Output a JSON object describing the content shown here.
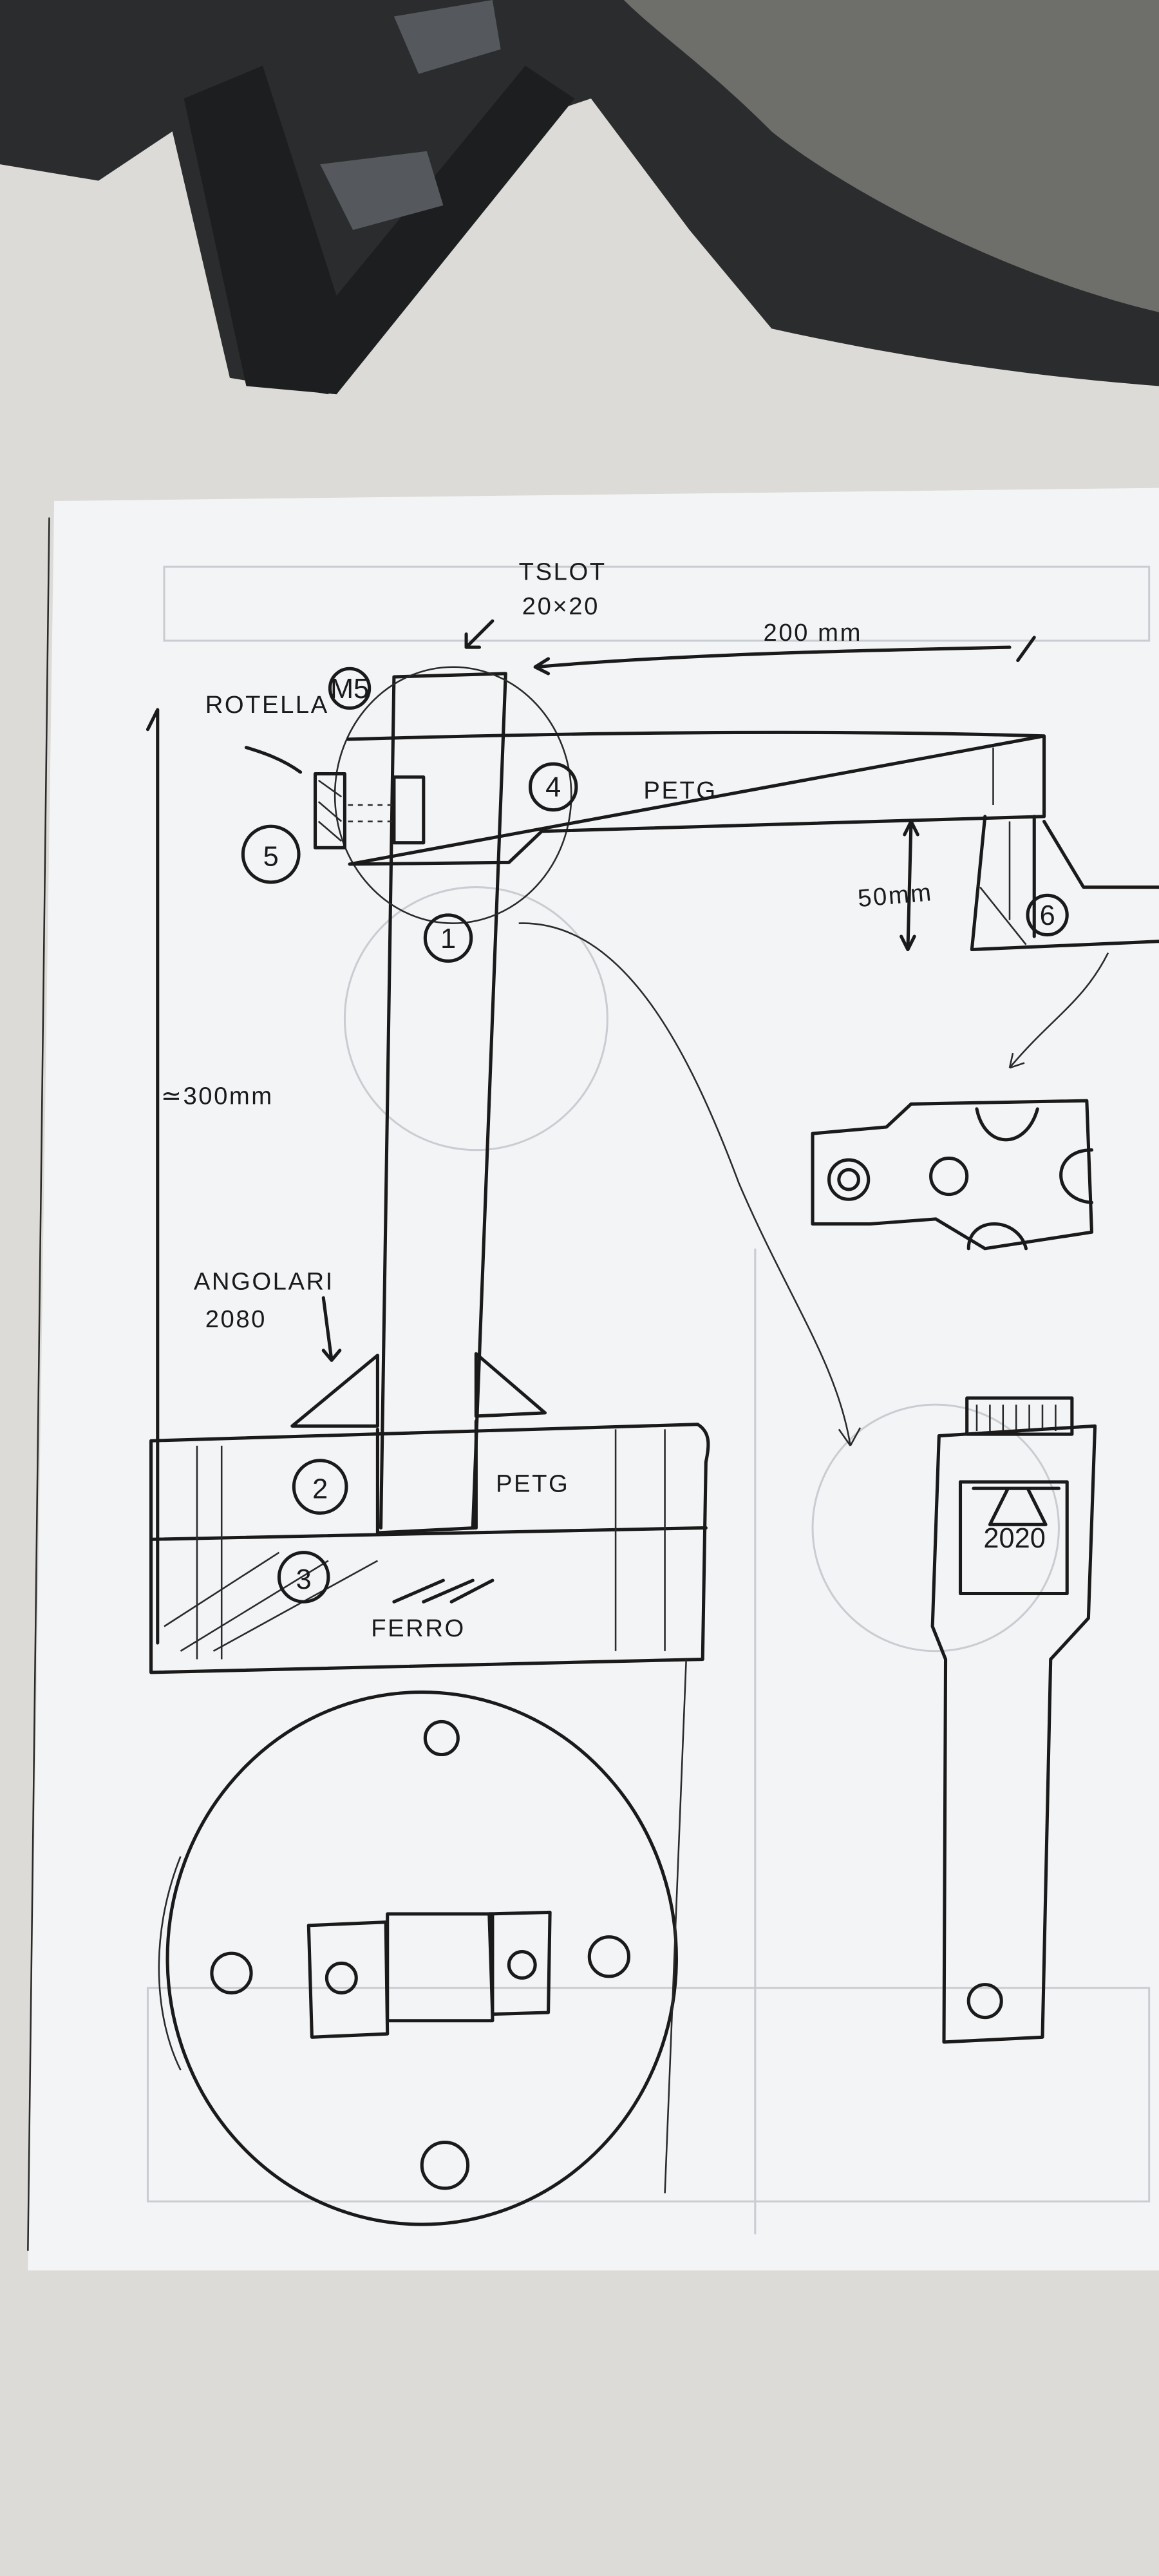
{
  "scene": {
    "colors": {
      "surface": "#dcdbd7",
      "paper": "#f3f4f6",
      "ink": "#1a1a1a",
      "bag": "#2b2c2e",
      "bag_grey": "#6e6f6b"
    }
  },
  "sketch": {
    "top_view": {
      "tslot_label": "TSLOT",
      "tslot_size": "20×20",
      "length_label": "200 mm",
      "wheel_label": "ROTELLA",
      "bolt_label": "M5",
      "material": "PETG",
      "height_label": "50mm",
      "callouts": [
        "1",
        "4",
        "5",
        "6"
      ]
    },
    "side_label": "≃300mm",
    "base": {
      "angle_label": "ANGOLARI",
      "angle_size": "2080",
      "upper_material": "PETG",
      "lower_material": "FERRO",
      "callouts": [
        "2",
        "3"
      ]
    },
    "detail": {
      "profile_label": "2020"
    }
  }
}
